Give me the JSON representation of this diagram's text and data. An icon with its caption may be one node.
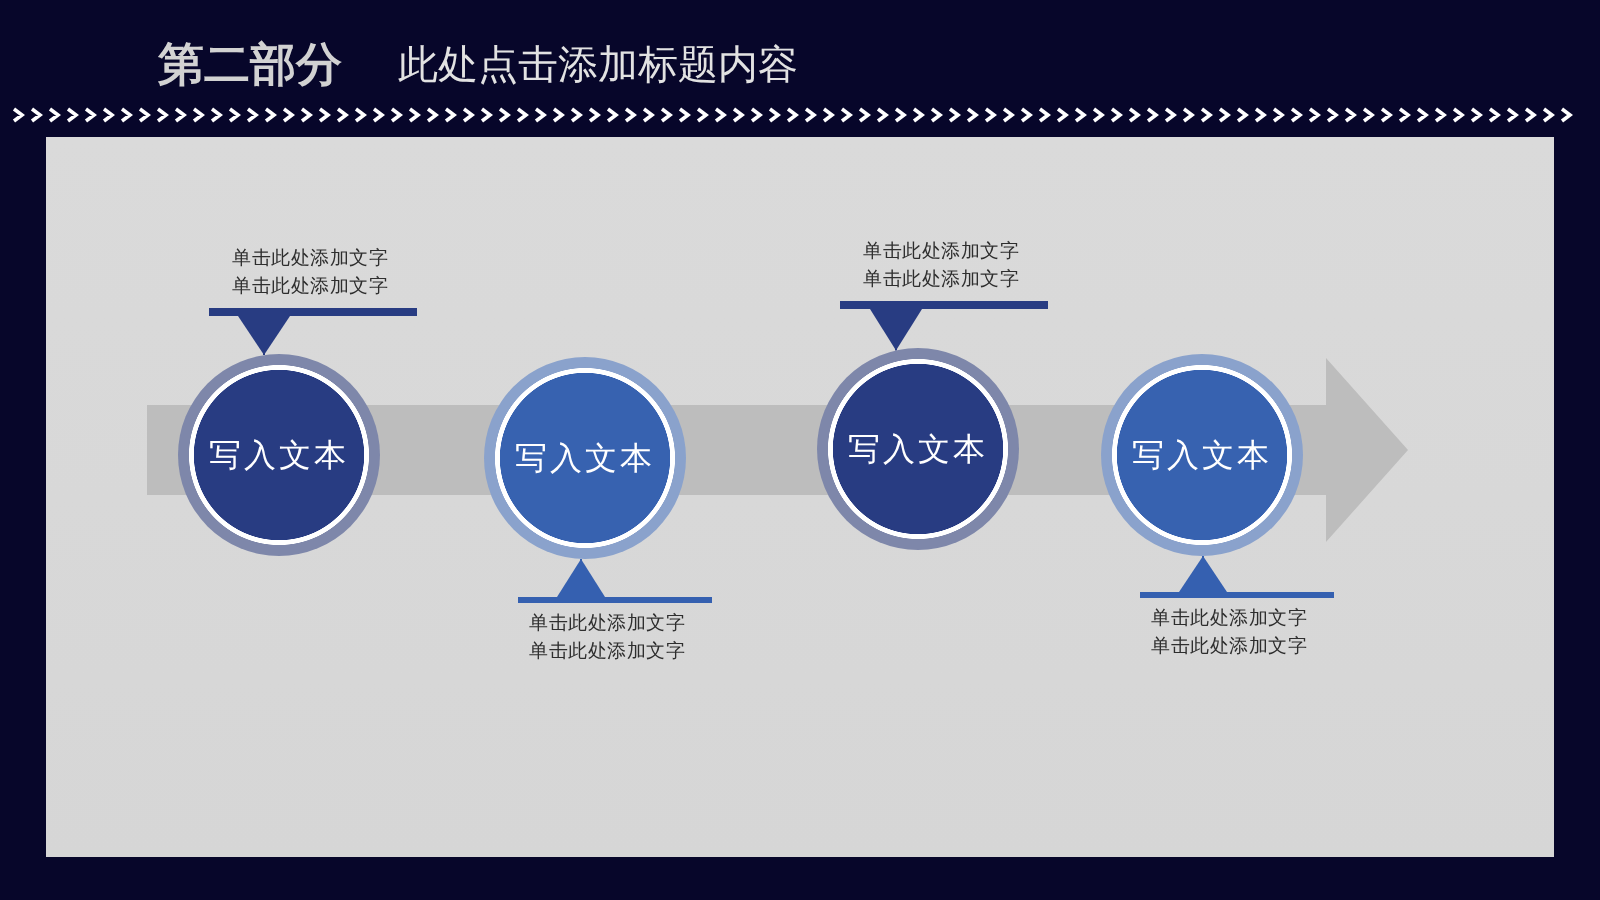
{
  "diagram": {
    "title": "第二部分",
    "nodes": [
      {
        "text": [
          "写入文本"
        ]
      },
      {
        "text": [
          "写入文本"
        ]
      },
      {
        "text": [
          "写入文本"
        ]
      },
      {
        "text": [
          "写入文本"
        ]
      },
      {
        "text": [
          "单击此处添加文字",
          "单击此处添加文字"
        ]
      },
      {
        "text": [
          "单击此处添加文字",
          "单击此处添加文字"
        ]
      },
      {
        "text": [
          "单击此处添加文字",
          "单击此处添加文字"
        ]
      },
      {
        "text": [
          "单击此处添加文字",
          "单击此处添加文字"
        ]
      }
    ],
    "edges": [
      {
        "from": 4,
        "to": 0,
        "arrow": "to"
      },
      {
        "from": 5,
        "to": 1,
        "arrow": "to",
        "color": "#3560b0"
      },
      {
        "from": 6,
        "to": 2,
        "arrow": "to"
      },
      {
        "from": 7,
        "to": 3,
        "arrow": "to",
        "color": "#3560b0"
      }
    ],
    "labels": [
      "此处点击添加标题内容"
    ]
  }
}
